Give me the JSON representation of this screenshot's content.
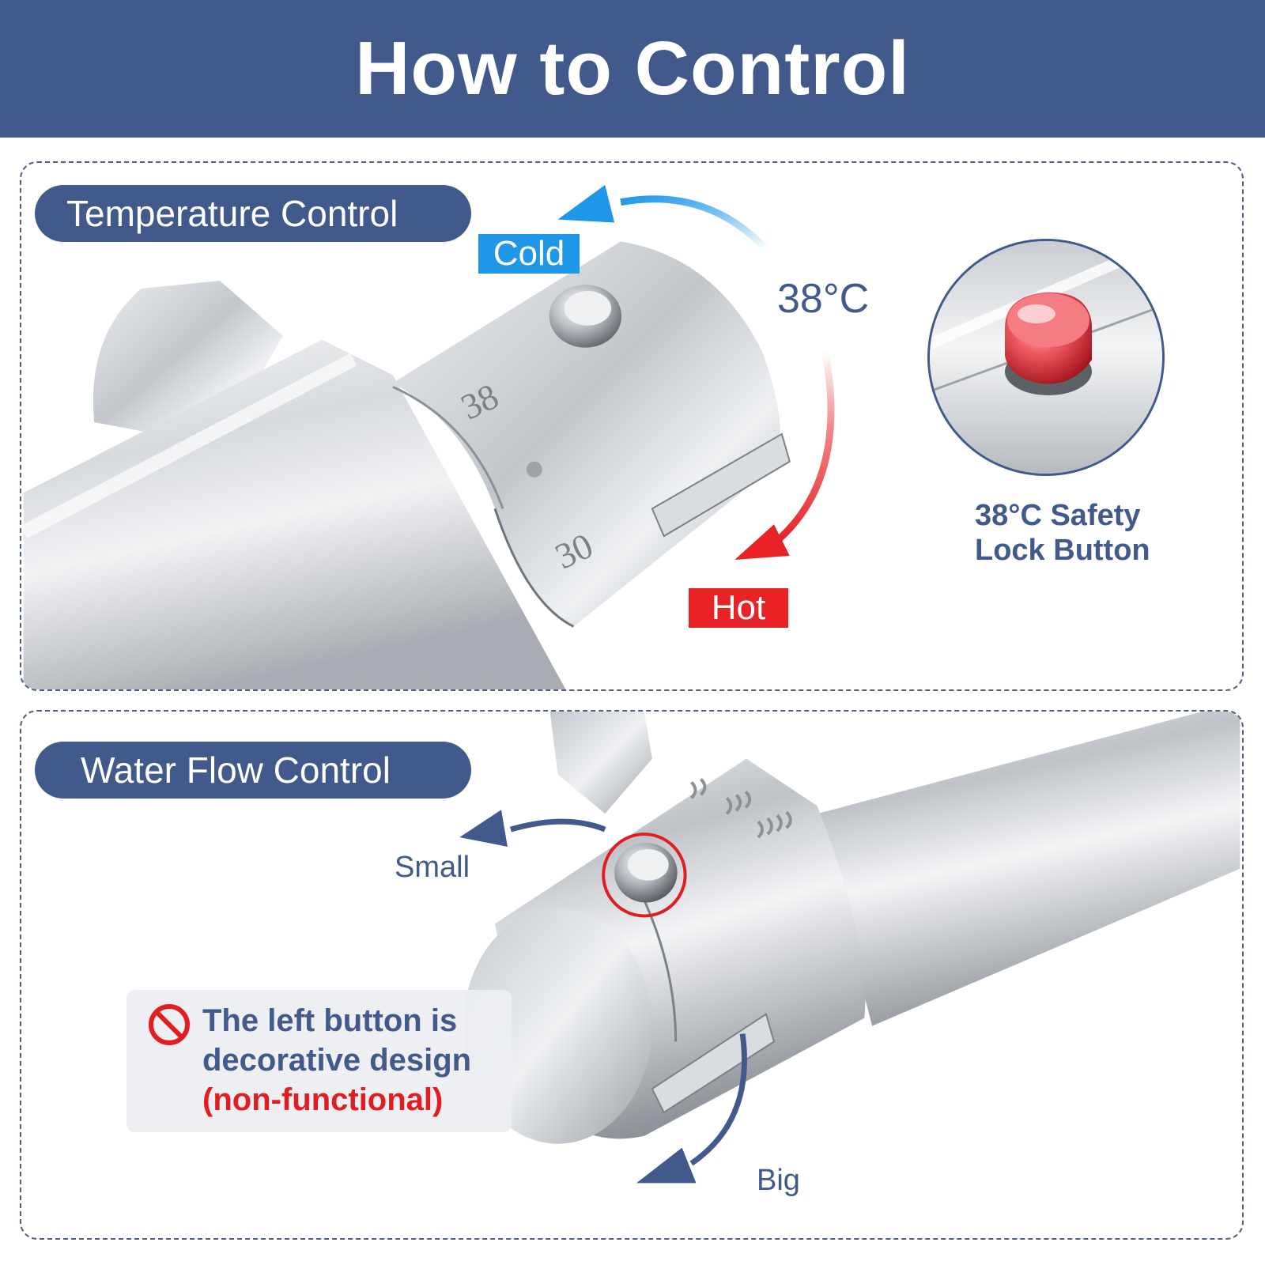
{
  "header": {
    "title": "How to Control"
  },
  "temperature_panel": {
    "title": "Temperature Control",
    "cold_label": "Cold",
    "hot_label": "Hot",
    "readout": "38°C",
    "dial_marks": [
      "38",
      "30"
    ],
    "lock_button_label_line1": "38°C Safety",
    "lock_button_label_line2": "Lock Button"
  },
  "flow_panel": {
    "title": "Water Flow Control",
    "small_label": "Small",
    "big_label": "Big",
    "notice_line1": "The left button is",
    "notice_line2": "decorative design",
    "notice_line3": "(non-functional)"
  },
  "colors": {
    "brand_navy": "#42598b",
    "cold_blue": "#1f97e9",
    "hot_red": "#e82225",
    "notice_red": "#e01d20"
  }
}
